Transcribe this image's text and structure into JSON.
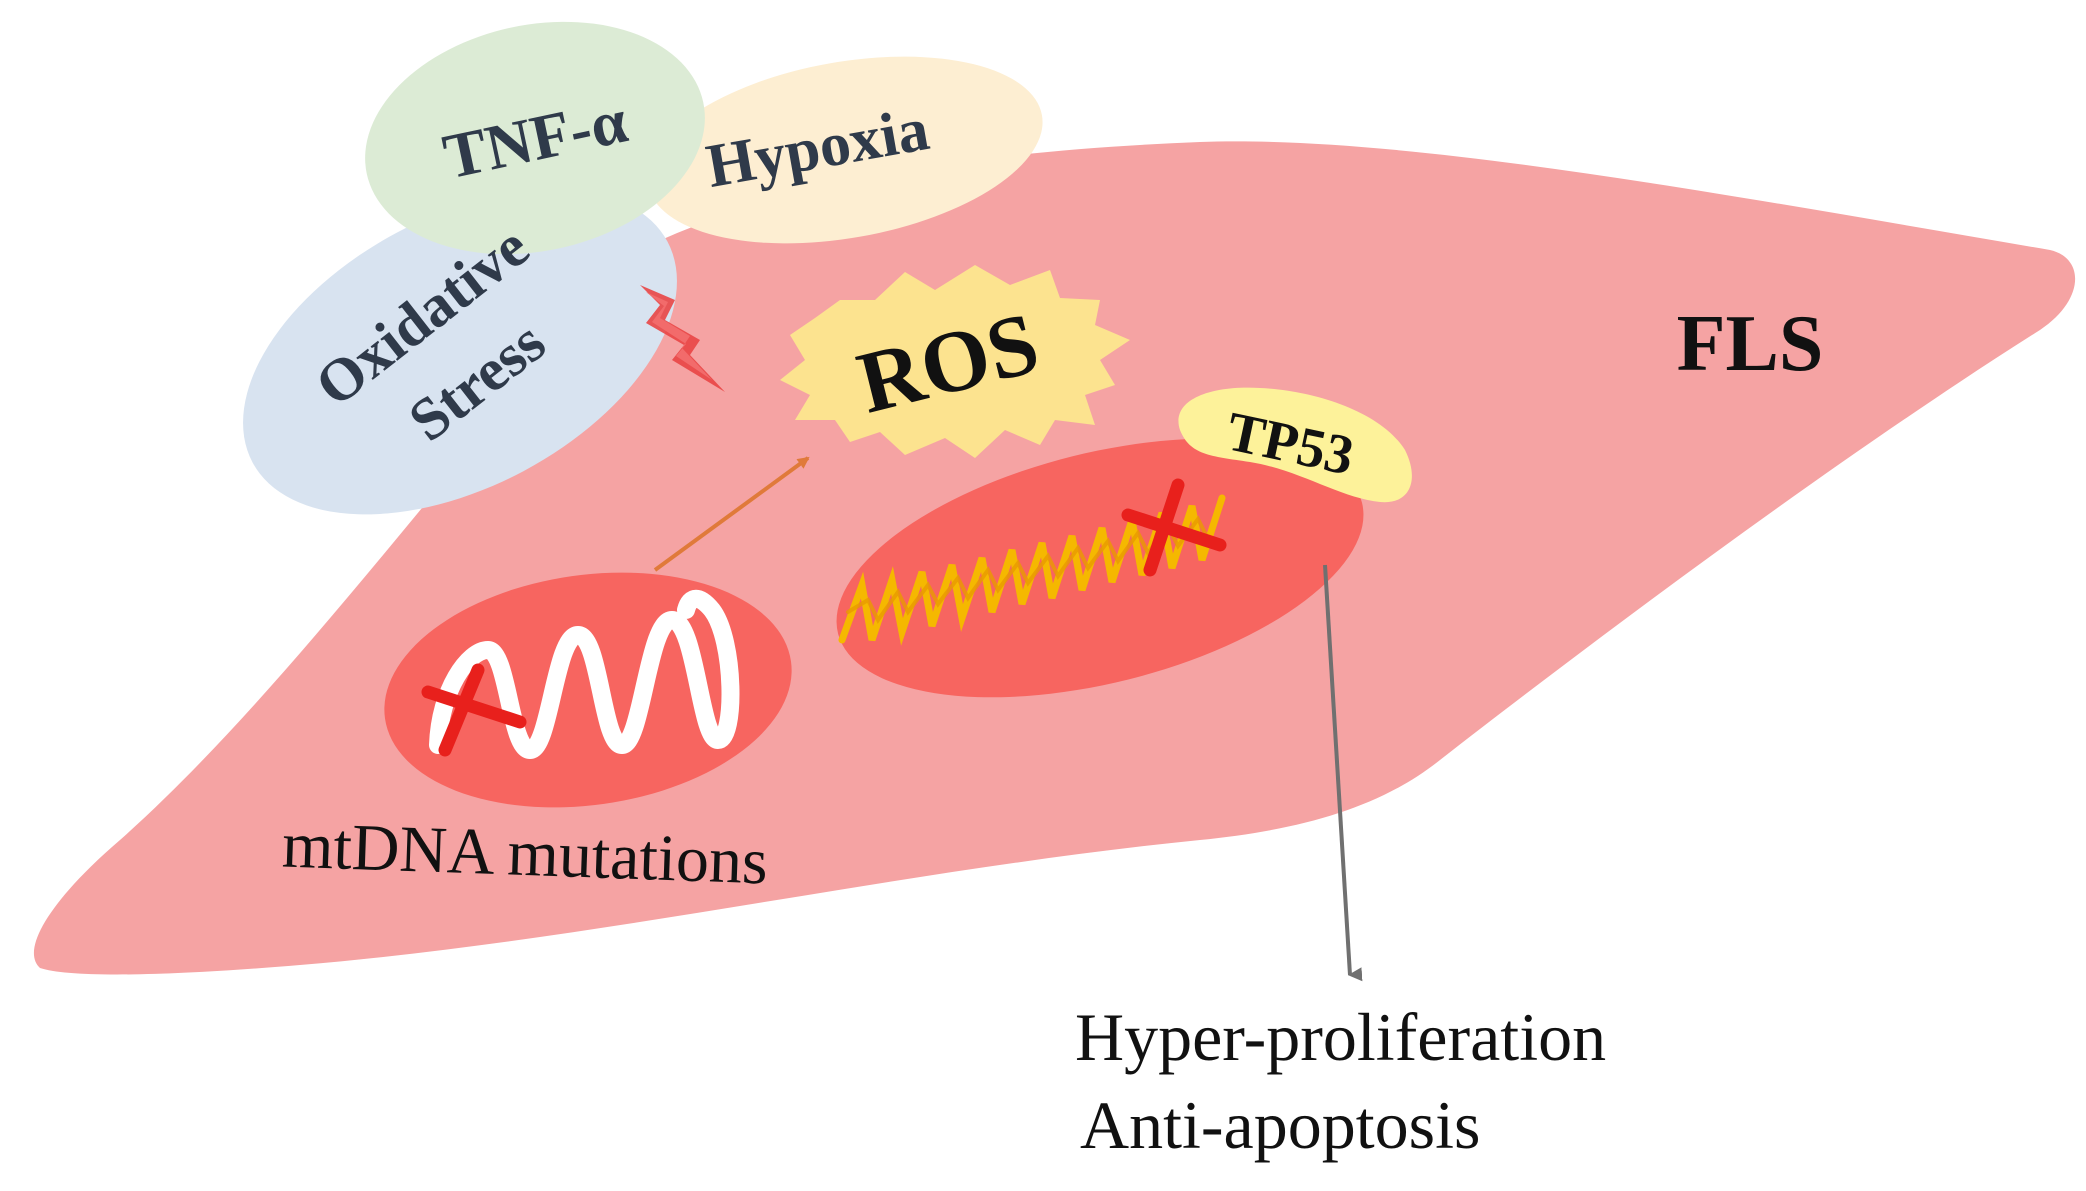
{
  "cell": {
    "label": "FLS",
    "fill": "#f5a3a3"
  },
  "stimuli": {
    "tnf": {
      "label": "TNF-α",
      "fill": "#dcebd5"
    },
    "hypoxia": {
      "label": "Hypoxia",
      "fill": "#fdeed2"
    },
    "oxidative_stress": {
      "line1": "Oxidative",
      "line2": "Stress",
      "fill": "#d8e3f0"
    }
  },
  "ros": {
    "label": "ROS",
    "fill": "#fce38f"
  },
  "tp53": {
    "label": "TP53",
    "fill": "#fdf29a"
  },
  "mitochondrion": {
    "label": "mtDNA mutations",
    "fill": "#f76560"
  },
  "nucleus": {
    "fill": "#f76560",
    "dna_color": "#f5b800"
  },
  "outcomes": {
    "line1": "Hyper-proliferation",
    "line2": "Anti-apoptosis"
  },
  "colors": {
    "mutation_cross": "#e8201c",
    "ros_arrow": "#e07a3a",
    "outcome_arrow": "#707070",
    "lightning": "#e94545",
    "text_dark": "#2f3a4a"
  }
}
